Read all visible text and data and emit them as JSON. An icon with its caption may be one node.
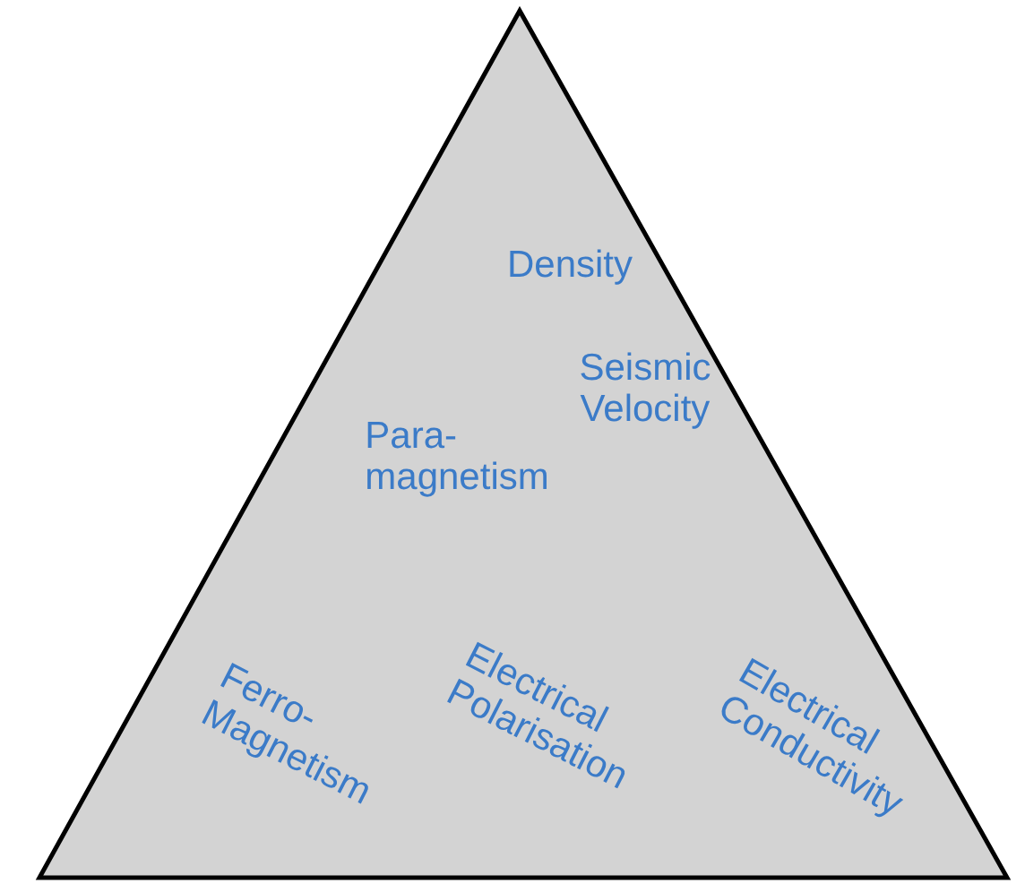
{
  "diagram": {
    "nodes": [
      {
        "text": [
          "Density",
          "Seismic Velocity",
          "Para- magnetism",
          "Ferro- Magnetism",
          "Electrical Polarisation",
          "Electrical Conductivity"
        ]
      }
    ]
  }
}
